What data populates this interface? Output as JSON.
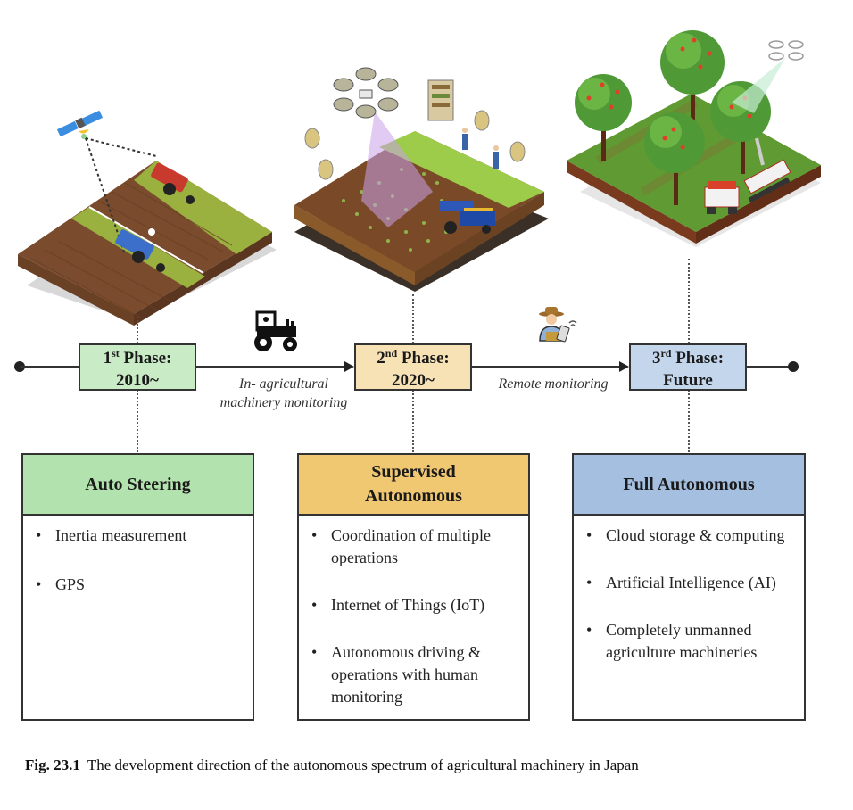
{
  "figure": {
    "caption_label": "Fig. 23.1",
    "caption_text": "The development direction of the autonomous spectrum of agricultural machinery in Japan"
  },
  "colors": {
    "phase1": "#c9ebc5",
    "phase2": "#f7e2b5",
    "phase3": "#c3d6ec",
    "card1_head": "#b2e2ae",
    "card2_head": "#f1c872",
    "card3_head": "#a5bfe0"
  },
  "illustrations": [
    {
      "name": "auto-steering-field",
      "elements": [
        "satellite",
        "red-tractor",
        "blue-tractor",
        "gps-signal"
      ]
    },
    {
      "name": "supervised-field",
      "elements": [
        "drone",
        "monitoring-screen",
        "sensors",
        "farm-workers",
        "harvester"
      ]
    },
    {
      "name": "orchard-field",
      "elements": [
        "fruit-trees",
        "drone",
        "robot-arm",
        "harvest-robot"
      ]
    }
  ],
  "timeline": {
    "phases": [
      {
        "ordinal": "1",
        "suffix": "st",
        "word": "Phase:",
        "period": "2010~"
      },
      {
        "ordinal": "2",
        "suffix": "nd",
        "word": "Phase:",
        "period": "2020~"
      },
      {
        "ordinal": "3",
        "suffix": "rd",
        "word": "Phase:",
        "period": "Future"
      }
    ],
    "connectors": [
      {
        "icon": "tractor-icon",
        "label_line1": "In- agricultural",
        "label_line2": "machinery monitoring"
      },
      {
        "icon": "farmer-tablet-icon",
        "label_line1": "Remote monitoring",
        "label_line2": ""
      }
    ]
  },
  "cards": [
    {
      "title_line1": "Auto Steering",
      "title_line2": "",
      "items": [
        "Inertia measurement",
        "GPS"
      ]
    },
    {
      "title_line1": "Supervised",
      "title_line2": "Autonomous",
      "items": [
        "Coordination of multiple operations",
        "Internet of Things (IoT)",
        "Autonomous driving & operations with human monitoring"
      ]
    },
    {
      "title_line1": "Full Autonomous",
      "title_line2": "",
      "items": [
        "Cloud storage & computing",
        "Artificial Intelligence (AI)",
        "Completely unmanned agriculture machineries"
      ]
    }
  ]
}
